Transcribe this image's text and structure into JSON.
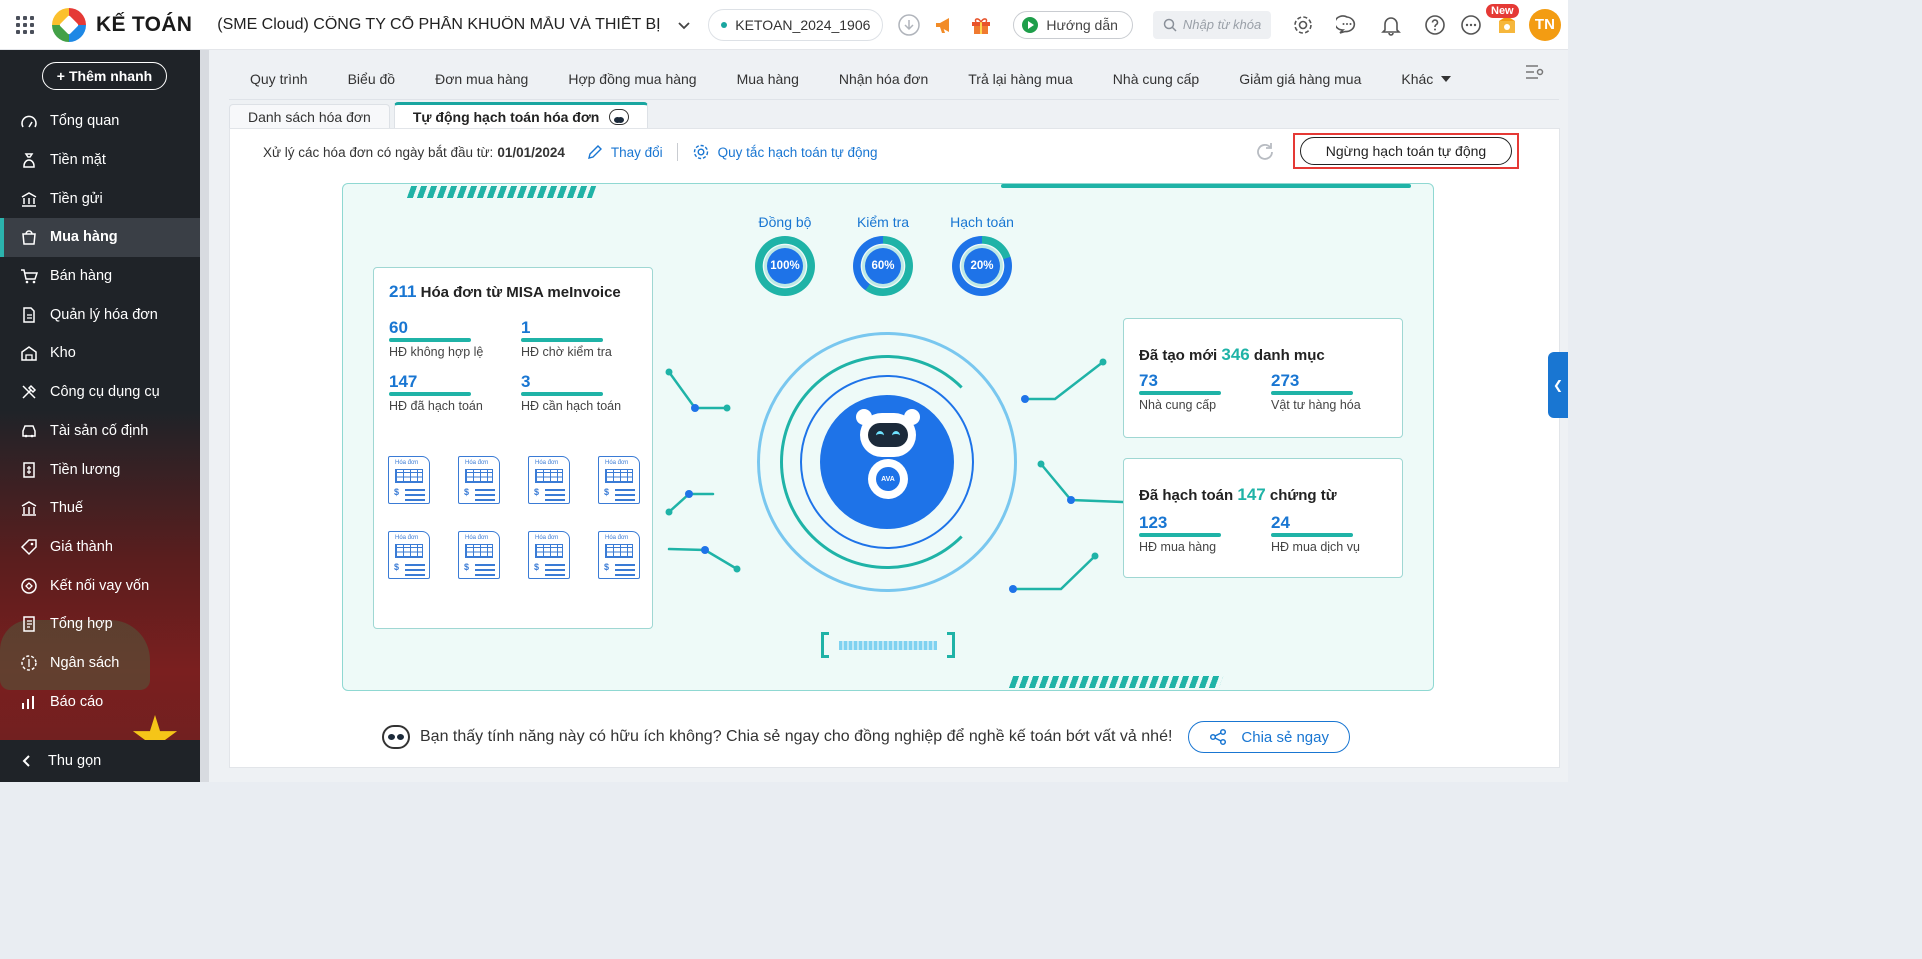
{
  "app": {
    "name": "KẾ TOÁN",
    "company": "(SME Cloud) CÔNG TY CỔ PHẦN KHUÔN MẪU VÀ THIẾT BỊ CÔN...",
    "database": "KETOAN_2024_1906",
    "guide_label": "Hướng dẫn",
    "search_placeholder": "Nhập từ khóa",
    "new_badge": "New",
    "avatar_initials": "TN",
    "brand_color": "#19a6a0"
  },
  "sidebar": {
    "add_button": "Thêm nhanh",
    "items": [
      {
        "label": "Tổng quan",
        "icon": "chart-icon"
      },
      {
        "label": "Tiền mặt",
        "icon": "money-bag-icon"
      },
      {
        "label": "Tiền gửi",
        "icon": "bank-icon"
      },
      {
        "label": "Mua hàng",
        "icon": "shopping-bag-icon"
      },
      {
        "label": "Bán hàng",
        "icon": "cart-icon"
      },
      {
        "label": "Quản lý hóa đơn",
        "icon": "invoice-icon"
      },
      {
        "label": "Kho",
        "icon": "warehouse-icon"
      },
      {
        "label": "Công cụ dụng cụ",
        "icon": "tools-icon"
      },
      {
        "label": "Tài sản cố định",
        "icon": "car-icon"
      },
      {
        "label": "Tiền lương",
        "icon": "payroll-icon"
      },
      {
        "label": "Thuế",
        "icon": "tax-icon"
      },
      {
        "label": "Giá thành",
        "icon": "price-tag-icon"
      },
      {
        "label": "Kết nối vay vốn",
        "icon": "loan-icon"
      },
      {
        "label": "Tổng hợp",
        "icon": "summary-icon"
      },
      {
        "label": "Ngân sách",
        "icon": "budget-icon"
      },
      {
        "label": "Báo cáo",
        "icon": "report-icon"
      }
    ],
    "active_index": 3,
    "collapse_label": "Thu gọn"
  },
  "menu": {
    "items": [
      "Quy trình",
      "Biểu đồ",
      "Đơn mua hàng",
      "Hợp đồng mua hàng",
      "Mua hàng",
      "Nhận hóa đơn",
      "Trả lại hàng mua",
      "Nhà cung cấp",
      "Giảm giá hàng mua"
    ],
    "more_label": "Khác"
  },
  "tabs": {
    "list": "Danh sách hóa đơn",
    "auto": "Tự động hạch toán hóa đơn"
  },
  "toolbar": {
    "process_text": "Xử lý các hóa đơn có ngày bắt đầu từ:",
    "start_date": "01/01/2024",
    "change_label": "Thay đổi",
    "rules_label": "Quy tắc hạch toán tự động",
    "stop_label": "Ngừng hạch toán tự động"
  },
  "progress": [
    {
      "label": "Đồng bộ",
      "value": "100%",
      "pct": 100
    },
    {
      "label": "Kiểm tra",
      "value": "60%",
      "pct": 60
    },
    {
      "label": "Hạch toán",
      "value": "20%",
      "pct": 20
    }
  ],
  "invoices": {
    "count": "211",
    "title": "Hóa đơn từ MISA meInvoice",
    "stats": [
      {
        "value": "60",
        "label": "HĐ không hợp lệ"
      },
      {
        "value": "1",
        "label": "HĐ chờ kiểm tra"
      },
      {
        "value": "147",
        "label": "HĐ đã hạch toán"
      },
      {
        "value": "3",
        "label": "HĐ cần hạch toán"
      }
    ],
    "doc_label": "Hóa đơn"
  },
  "created": {
    "prefix": "Đã tạo mới",
    "count": "346",
    "suffix": "danh mục",
    "stats": [
      {
        "value": "73",
        "label": "Nhà cung cấp"
      },
      {
        "value": "273",
        "label": "Vật tư hàng hóa"
      }
    ]
  },
  "posted": {
    "prefix": "Đã hạch toán",
    "count": "147",
    "suffix": "chứng từ",
    "stats": [
      {
        "value": "123",
        "label": "HĐ mua hàng"
      },
      {
        "value": "24",
        "label": "HĐ mua dịch vụ"
      }
    ]
  },
  "robot_badge": "AVA",
  "footer": {
    "question": "Bạn thấy tính năng này có hữu ích không? Chia sẻ ngay cho đồng nghiệp để nghề kế toán bớt vất vả nhé!",
    "share_label": "Chia sẻ ngay"
  }
}
